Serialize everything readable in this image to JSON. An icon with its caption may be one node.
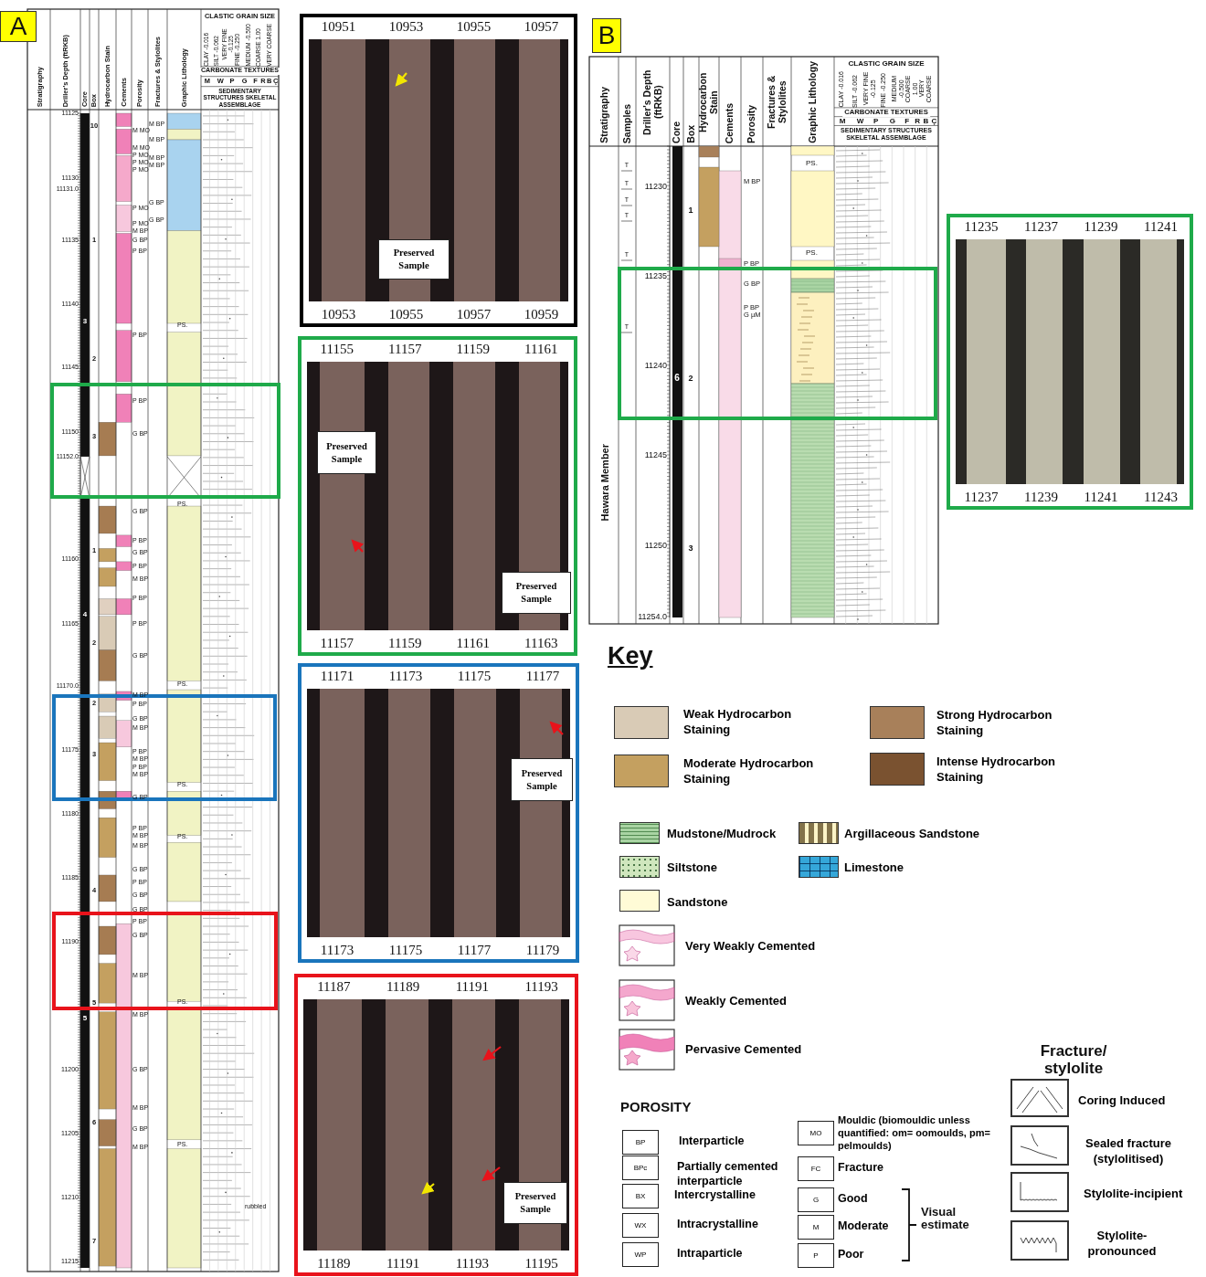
{
  "diagram": {
    "nodes": [
      {
        "text": [
          "10951",
          "10953",
          "10955",
          "10957",
          "10953",
          "10955",
          "10957",
          "10959"
        ]
      },
      {
        "text": [
          "Preserved Sample"
        ],
        "in": 0
      },
      {
        "text": [
          "11155",
          "11157",
          "11159",
          "11161",
          "11157",
          "11159",
          "11161",
          "11163"
        ]
      },
      {
        "text": [
          "Preserved Sample"
        ],
        "in": 2
      },
      {
        "text": [
          "Preserved Sample"
        ],
        "in": 2
      },
      {
        "text": [
          "11171",
          "11173",
          "11175",
          "11177",
          "11173",
          "11175",
          "11177",
          "11179"
        ]
      },
      {
        "text": [
          "Preserved Sample"
        ],
        "in": 5
      },
      {
        "text": [
          "11187",
          "11189",
          "11191",
          "11193",
          "11189",
          "11191",
          "11193",
          "11195"
        ]
      },
      {
        "text": [
          "Preserved Sample"
        ],
        "in": 7
      },
      {
        "text": [
          "11235",
          "11237",
          "11239",
          "11241",
          "11237",
          "11239",
          "11241",
          "11243"
        ]
      },
      {
        "text": [],
        "shape": "box"
      },
      {
        "text": [],
        "shape": "box"
      },
      {
        "text": [],
        "shape": "box"
      },
      {
        "text": [],
        "shape": "box"
      },
      {
        "text": [
          "BP"
        ],
        "beside": [
          "Interparticle"
        ]
      },
      {
        "text": [
          "BPc"
        ],
        "beside": [
          "Partially cemented interparticle"
        ]
      },
      {
        "text": [
          "BX"
        ],
        "beside": [
          "Intercrystalline"
        ]
      },
      {
        "text": [
          "WX"
        ],
        "beside": [
          "Intracrystalline"
        ]
      },
      {
        "text": [
          "WP"
        ],
        "beside": [
          "Intraparticle"
        ]
      },
      {
        "text": [
          "MO"
        ],
        "beside": [
          "Mouldic (biomouldic unless quantified: om= oomoulds, pm= pelmoulds)"
        ]
      },
      {
        "text": [
          "FC"
        ],
        "beside": [
          "Fracture"
        ]
      },
      {
        "text": [
          "G"
        ],
        "beside": [
          "Good"
        ]
      },
      {
        "text": [
          "M"
        ],
        "beside": [
          "Moderate"
        ]
      },
      {
        "text": [
          "P"
        ],
        "beside": [
          "Poor"
        ]
      }
    ],
    "labels": [
      "A",
      "Stratigraphy",
      "Driller's Depth (ftRKB)",
      "Core",
      "Box",
      "Hydrocarbon Stain",
      "Cements",
      "Porosity",
      "Fractures & Stylolites",
      "Graphic Lithology",
      "CLASTIC GRAIN SIZE",
      "CLAY -0.016",
      "SILT -0.062",
      "VERY FINE -0.125",
      "FINE -0.250",
      "MEDIUM -0.500",
      "COARSE 1.00",
      "VERY COARSE",
      "CARBONATE TEXTURES",
      "M",
      "W",
      "P",
      "G",
      "F",
      "R",
      "B",
      "Ç",
      "SEDIMENTARY STRUCTURES SKELETAL ASSEMBLAGE",
      "11125",
      "11130",
      "11131.0",
      "11135",
      "11140",
      "11145",
      "11150",
      "11152.0",
      "11160",
      "11165",
      "11170.0",
      "11175",
      "11180",
      "11185",
      "11190",
      "11200",
      "11205",
      "11210",
      "11215",
      "3",
      "4",
      "5",
      "10",
      "1",
      "2",
      "3",
      "1",
      "2",
      "2",
      "3",
      "4",
      "5",
      "6",
      "7",
      "M MO",
      "M MO",
      "P MO",
      "P MO",
      "P MO",
      "P MO",
      "P MO",
      "M BP",
      "G BP",
      "P BP",
      "P BP",
      "P BP",
      "G BP",
      "M BP",
      "M BP",
      "M BP",
      "M BP",
      "G BP",
      "G BP",
      "G BP",
      "P BP",
      "G BP",
      "P BP",
      "M BP",
      "P BP",
      "P BP",
      "G BP",
      "M BP",
      "P BP",
      "G BP",
      "M BP",
      "P BP",
      "M BP",
      "P BP",
      "M BP",
      "G BP",
      "P BP",
      "M BP",
      "M BP",
      "G BP",
      "P BP",
      "G BP",
      "G BP",
      "P BP",
      "G BP",
      "M BP",
      "M BP",
      "G BP",
      "M BP",
      "G BP",
      "M BP",
      "PS.",
      "PS.",
      "PS.",
      "PS.",
      "PS.",
      "PS.",
      "PS.",
      "rubbled",
      "B",
      "Stratigraphy",
      "Samples",
      "Driller's Depth (ftRKB)",
      "Core",
      "Box",
      "Hydrocarbon Stain",
      "Cements",
      "Porosity",
      "Fractures & Stylolites",
      "Graphic Lithology",
      "CLASTIC GRAIN SIZE",
      "CLAY -0.016",
      "SILT -0.062",
      "VERY FINE -0.125",
      "FINE -0.250",
      "MEDIUM -0.500",
      "COARSE 1.00",
      "VERY COARSE",
      "CARBONATE TEXTURES",
      "M",
      "W",
      "P",
      "G",
      "F",
      "R",
      "B",
      "Ç",
      "SEDIMENTARY STRUCTURES SKELETAL ASSEMBLAGE",
      "Hawara Member",
      "T",
      "T",
      "T",
      "T",
      "T",
      "T",
      "11230",
      "11235",
      "11240",
      "11245",
      "11250",
      "11254.0",
      "6",
      "1",
      "2",
      "3",
      "M BP",
      "P BP",
      "G BP",
      "P BP G µM",
      "PS.",
      "PS.",
      "Key",
      "Fracture/ stylolite",
      "POROSITY",
      "Visual estimate"
    ],
    "legend": [
      {
        "text": "Weak Hydrocarbon Staining",
        "color": "#d9cbb6"
      },
      {
        "text": "Strong Hydrocarbon Staining",
        "color": "#a8805a"
      },
      {
        "text": "Moderate Hydrocarbon Staining",
        "color": "#c4a060"
      },
      {
        "text": "Intense Hydrocarbon Staining",
        "color": "#7a5230"
      },
      {
        "text": "Mudstone/Mudrock",
        "color": "#a9d4a3"
      },
      {
        "text": "Argillaceous Sandstone",
        "color": "#fdf5c8"
      },
      {
        "text": "Siltstone",
        "color": "#cfe6bd"
      },
      {
        "text": "Limestone",
        "color": "#35a7d9"
      },
      {
        "text": "Sandstone",
        "color": "#fffbd6"
      },
      {
        "text": "Very Weakly Cemented"
      },
      {
        "text": "Weakly Cemented"
      },
      {
        "text": "Pervasive Cemented"
      },
      {
        "text": "Coring Induced"
      },
      {
        "text": "Sealed fracture (stylolitised)"
      },
      {
        "text": "Stylolite-incipient"
      },
      {
        "text": "Stylolite-pronounced"
      }
    ]
  }
}
